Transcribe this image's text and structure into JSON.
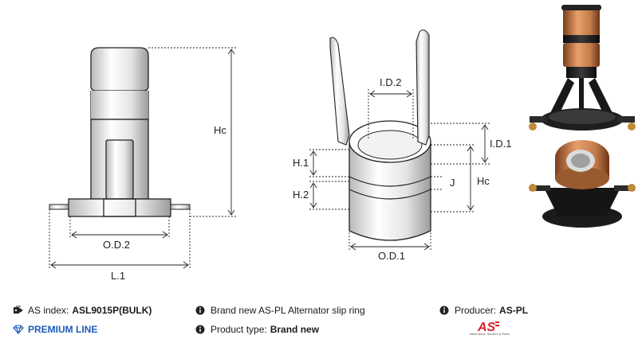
{
  "drawing_labels": {
    "od2": "O.D.2",
    "l1": "L.1",
    "hc_left": "Hc",
    "id2": "I.D.2",
    "id1": "I.D.1",
    "h1": "H.1",
    "h2": "H.2",
    "j": "J",
    "hc_right": "Hc",
    "od1": "O.D.1"
  },
  "info": {
    "index_label": "AS index:",
    "index_value": "ASL9015P(BULK)",
    "premium": "PREMIUM LINE",
    "description": "Brand new AS-PL Alternator slip ring",
    "type_label": "Product type:",
    "type_value": "Brand new",
    "producer_label": "Producer:",
    "producer_value": "AS-PL",
    "logo_text": "AS",
    "logo_tagline": "Alternators, Starters & Parts"
  },
  "colors": {
    "accent_blue": "#1e5bb8",
    "logo_red": "#d61f26",
    "copper": "#c27a4a",
    "black_plastic": "#1b1b1b"
  },
  "icons": [
    "tag-icon",
    "info-icon",
    "diamond-icon"
  ]
}
